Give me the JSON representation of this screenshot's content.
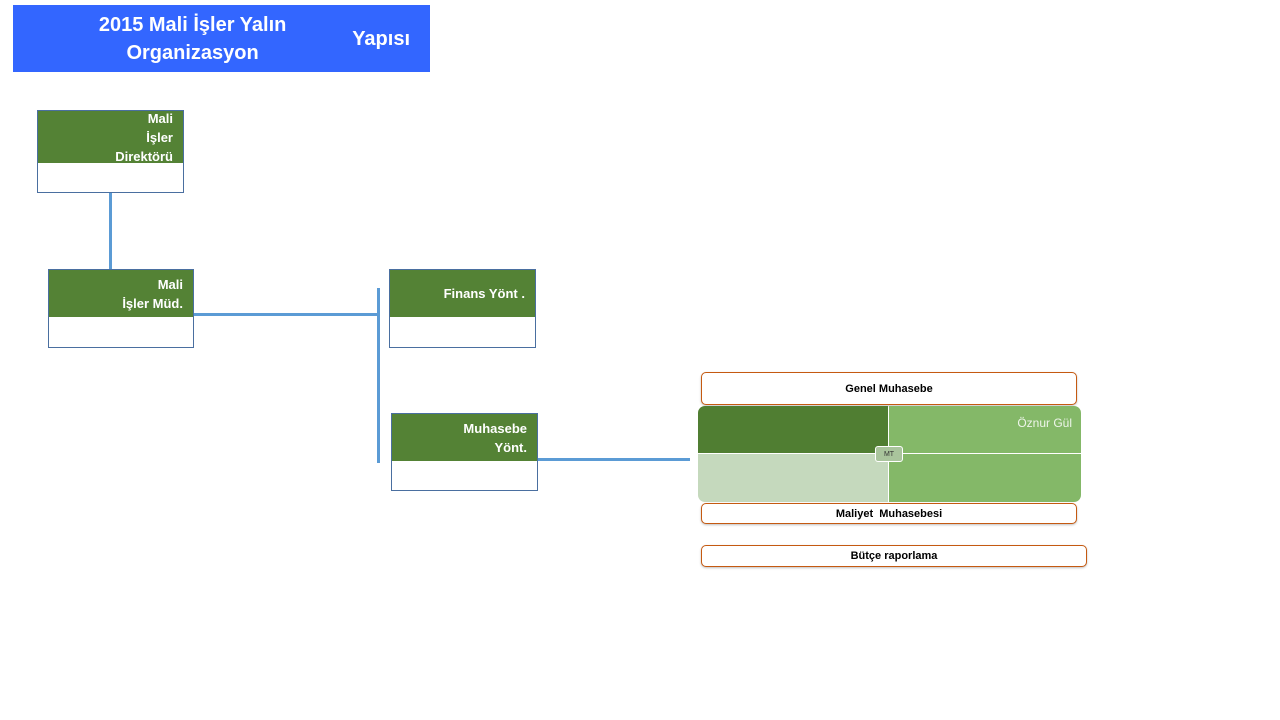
{
  "title": {
    "line1": "2015 Mali İşler Yalın Organizasyon",
    "line2": "Yapısı"
  },
  "nodes": {
    "mali_isler_direktoru": {
      "lines": [
        "Mali",
        "İşler",
        "Direktörü"
      ]
    },
    "mali_isler_mud": {
      "lines": [
        "Mali",
        "İşler Müd."
      ]
    },
    "finans_yont": {
      "label": "Finans Yönt ."
    },
    "muhasebe_yont": {
      "lines": [
        "Muhasebe",
        "Yönt."
      ]
    }
  },
  "sections": {
    "genel_muhasebe": "Genel Muhasebe",
    "maliyet_muhasebesi": "Maliyet  Muhasebesi",
    "butce_raporlama": "Bütçe raporlama"
  },
  "matrix": {
    "person_name": "Öznur Gül",
    "center_label": "MT"
  },
  "colors": {
    "title_bg": "#3366ff",
    "node_header": "#548235",
    "connector": "#5b9bd5",
    "pill_border": "#c55a11"
  }
}
